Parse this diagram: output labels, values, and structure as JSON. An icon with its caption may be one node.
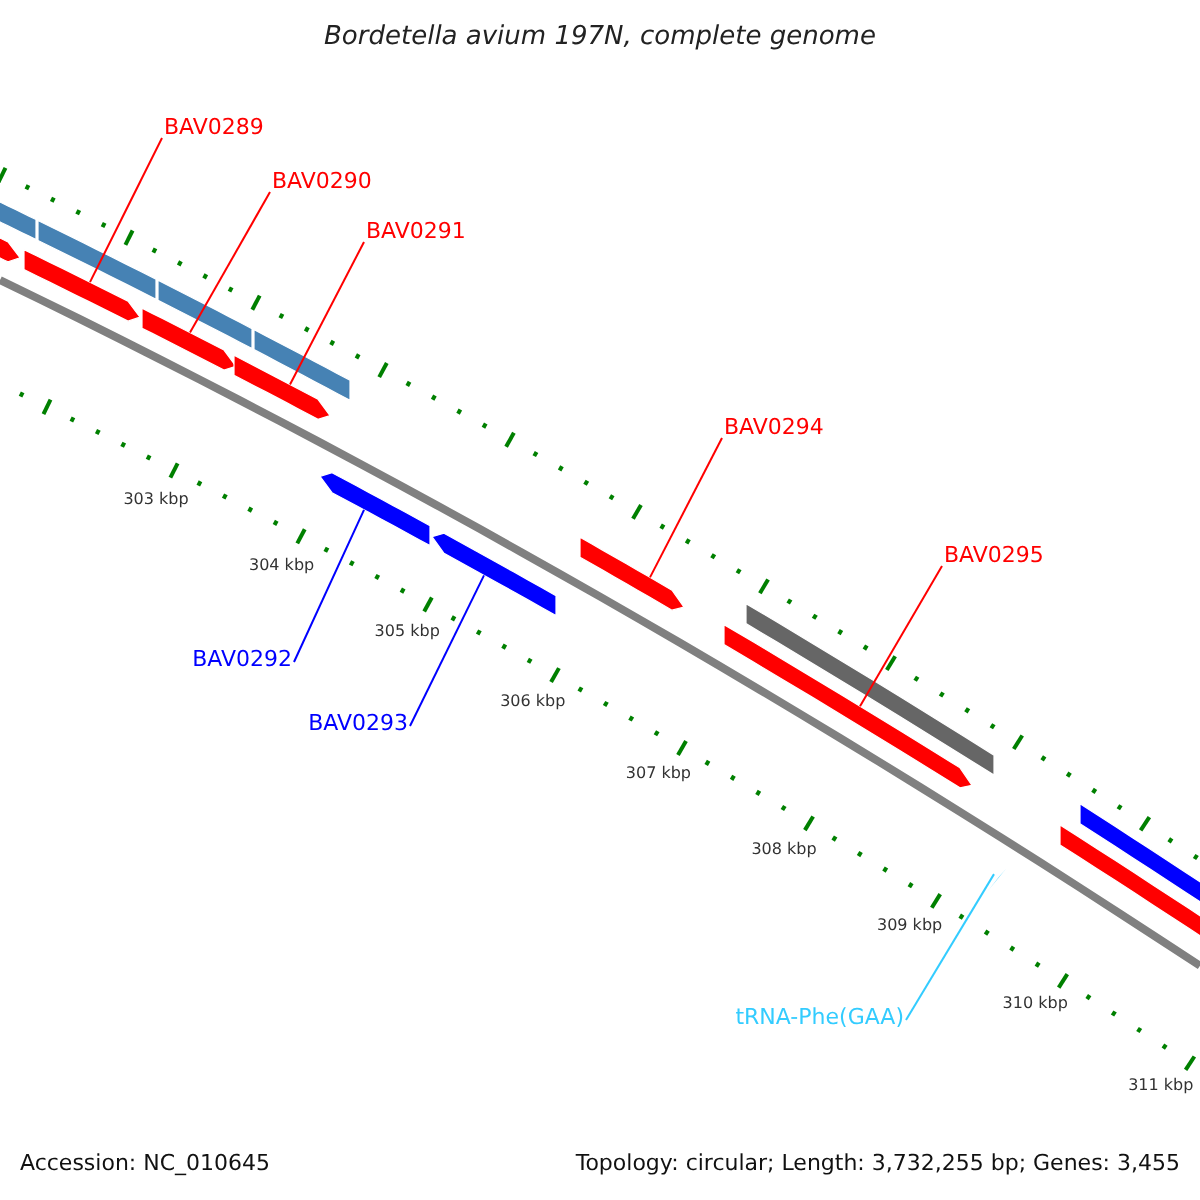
{
  "diagram": {
    "title": "Bordetella avium 197N, complete genome",
    "nodes": [
      {
        "text": [
          "BAV0289"
        ]
      },
      {
        "text": [
          "BAV0290"
        ]
      },
      {
        "text": [
          "BAV0291"
        ]
      },
      {
        "text": [
          "BAV0294"
        ]
      },
      {
        "text": [
          "BAV0295"
        ]
      },
      {
        "text": [
          "BAV0292"
        ]
      },
      {
        "text": [
          "BAV0293"
        ]
      },
      {
        "text": [
          "tRNA-Phe(GAA)"
        ]
      },
      {
        "text": [],
        "shape": "bar"
      },
      {
        "text": [],
        "shape": "bar"
      },
      {
        "text": [],
        "shape": "bar"
      },
      {
        "text": [],
        "shape": "bar"
      },
      {
        "text": [],
        "shape": "bar"
      },
      {
        "text": [],
        "shape": "bar"
      },
      {
        "text": [],
        "shape": "bar"
      },
      {
        "text": [],
        "shape": "triangle"
      }
    ],
    "edges": [
      {
        "from": 0,
        "to": 8,
        "arrow": "none"
      },
      {
        "from": 1,
        "to": 9,
        "arrow": "none"
      },
      {
        "from": 2,
        "to": 10,
        "arrow": "none"
      },
      {
        "from": 3,
        "to": 11,
        "arrow": "none"
      },
      {
        "from": 4,
        "to": 12,
        "arrow": "none"
      },
      {
        "from": 5,
        "to": 13,
        "arrow": "none",
        "color": "#0000ff"
      },
      {
        "from": 6,
        "to": 14,
        "arrow": "none",
        "color": "#0000ff"
      },
      {
        "from": 7,
        "to": 15,
        "arrow": "none",
        "color": "#33ccff"
      }
    ],
    "labels": [
      "303 kbp",
      "304 kbp",
      "305 kbp",
      "306 kbp",
      "307 kbp",
      "308 kbp",
      "309 kbp",
      "310 kbp",
      "311 kbp",
      "Accession: NC_010645",
      "Topology: circular; Length: 3,732,255 bp; Genes: 3,455"
    ]
  }
}
